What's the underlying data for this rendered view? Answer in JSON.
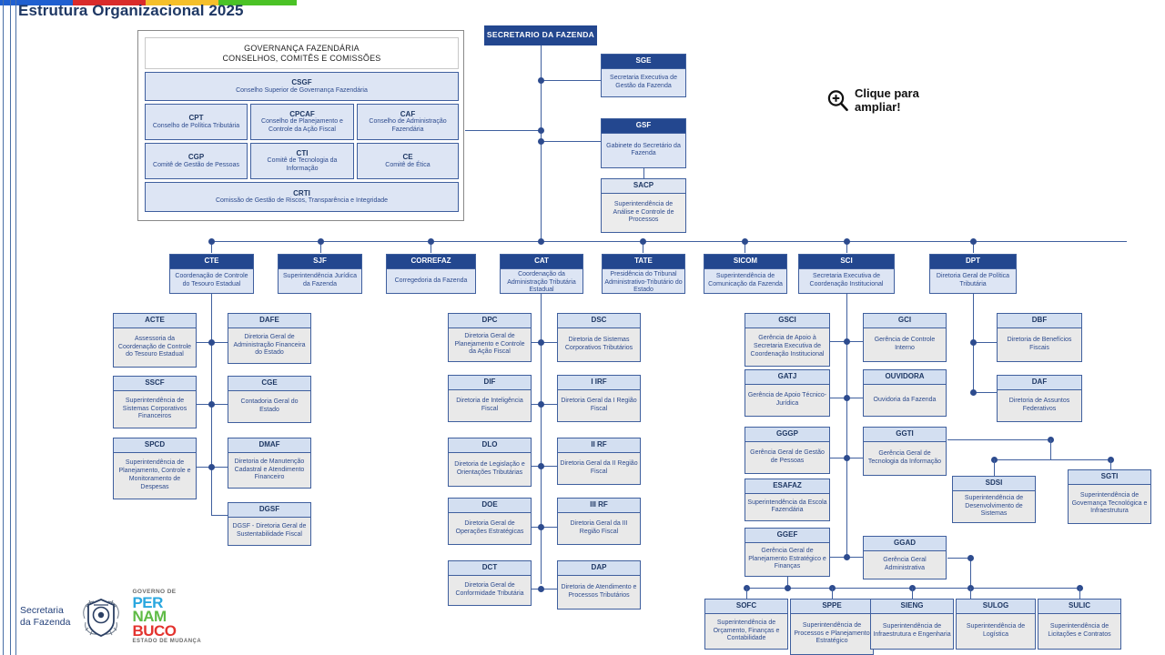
{
  "page": {
    "title": "Estrutura Organizacional 2025",
    "accent_colors": [
      "#1f5fd0",
      "#d92b2b",
      "#f5bf2b",
      "#4bc226"
    ]
  },
  "zoom_hint": {
    "line1": "Clique para",
    "line2": "ampliar!",
    "icon": "magnifier-plus-icon"
  },
  "footer": {
    "label": "Secretaria\nda Fazenda",
    "crest": "pernambuco-coat-of-arms",
    "gov_prefix": "GOVERNO DE",
    "gov_words": [
      "PER",
      "NAM",
      "BUCO"
    ],
    "gov_tagline": "ESTADO DE MUDANÇA"
  },
  "governance": {
    "panel_title_line1": "GOVERNANÇA FAZENDÁRIA",
    "panel_title_line2": "CONSELHOS, COMITÊS E COMISSÕES",
    "items": [
      {
        "code": "CSGF",
        "desc": "Conselho Superior de Governança Fazendária"
      },
      {
        "code": "CPT",
        "desc": "Conselho de Política Tributária"
      },
      {
        "code": "CPCAF",
        "desc": "Conselho de Planejamento e Controle da Ação Fiscal"
      },
      {
        "code": "CAF",
        "desc": "Conselho de Administração Fazendária"
      },
      {
        "code": "CGP",
        "desc": "Comitê de Gestão de Pessoas"
      },
      {
        "code": "CTI",
        "desc": "Comitê de Tecnologia da Informação"
      },
      {
        "code": "CE",
        "desc": "Comitê de Ética"
      },
      {
        "code": "CRTI",
        "desc": "Comissão de Gestão de Riscos, Transparência e Integridade"
      }
    ]
  },
  "top": {
    "secretary": {
      "code": "SECRETARIO DA FAZENDA",
      "desc": ""
    },
    "sge": {
      "code": "SGE",
      "desc": "Secretaria Executiva de Gestão da Fazenda"
    },
    "gsf": {
      "code": "GSF",
      "desc": "Gabinete do Secretário da Fazenda"
    },
    "sacp": {
      "code": "SACP",
      "desc": "Superintendência de Análise e Controle de Processos"
    }
  },
  "level2": [
    {
      "code": "CTE",
      "desc": "Coordenação de Controle do Tesouro Estadual"
    },
    {
      "code": "SJF",
      "desc": "Superintendência Jurídica da Fazenda"
    },
    {
      "code": "CORREFAZ",
      "desc": "Corregedoria da Fazenda"
    },
    {
      "code": "CAT",
      "desc": "Coordenação da Administração Tributária Estadual"
    },
    {
      "code": "TATE",
      "desc": "Presidência do Tribunal Administrativo-Tributário do Estado"
    },
    {
      "code": "SICOM",
      "desc": "Superintendência de Comunicação da Fazenda"
    },
    {
      "code": "SCI",
      "desc": "Secretaria Executiva de Coordenação Institucional"
    },
    {
      "code": "DPT",
      "desc": "Diretoria Geral de Política Tributária"
    }
  ],
  "cte_left": [
    {
      "code": "ACTE",
      "desc": "Assessoria da Coordenação de Controle do Tesouro Estadual"
    },
    {
      "code": "SSCF",
      "desc": "Superintendência de Sistemas Corporativos Financeiros"
    },
    {
      "code": "SPCD",
      "desc": "Superintendência de Planejamento, Controle e Monitoramento de Despesas"
    }
  ],
  "cte_right": [
    {
      "code": "DAFE",
      "desc": "Diretoria Geral de Administração Financeira do Estado"
    },
    {
      "code": "CGE",
      "desc": "Contadoria Geral do Estado"
    },
    {
      "code": "DMAF",
      "desc": "Diretoria de Manutenção Cadastral e Atendimento Financeiro"
    },
    {
      "code": "DGSF",
      "desc": "DGSF - Diretoria Geral de Sustentabilidade Fiscal"
    }
  ],
  "cat_left": [
    {
      "code": "DPC",
      "desc": "Diretoria Geral de Planejamento e Controle da Ação Fiscal"
    },
    {
      "code": "DIF",
      "desc": "Diretoria de Inteligência Fiscal"
    },
    {
      "code": "DLO",
      "desc": "Diretoria de Legislação e Orientações Tributárias"
    },
    {
      "code": "DOE",
      "desc": "Diretoria Geral de Operações Estratégicas"
    },
    {
      "code": "DCT",
      "desc": "Diretoria Geral de Conformidade Tributária"
    }
  ],
  "cat_right": [
    {
      "code": "DSC",
      "desc": "Diretoria de Sistemas Corporativos Tributários"
    },
    {
      "code": "I IRF",
      "desc": "Diretoria Geral da I Região Fiscal"
    },
    {
      "code": "II RF",
      "desc": "Diretoria Geral da II Região Fiscal"
    },
    {
      "code": "III RF",
      "desc": "Diretoria Geral da III Região Fiscal"
    },
    {
      "code": "DAP",
      "desc": "Diretoria de Atendimento e Processos Tributários"
    }
  ],
  "sci_left": [
    {
      "code": "GSCI",
      "desc": "Gerência de Apoio à Secretaria Executiva de Coordenação Institucional"
    },
    {
      "code": "GATJ",
      "desc": "Gerência de Apoio Técnico-Jurídica"
    },
    {
      "code": "GGGP",
      "desc": "Gerência Geral de Gestão de Pessoas"
    },
    {
      "code": "ESAFAZ",
      "desc": "Superintendência da Escola Fazendária"
    },
    {
      "code": "GGEF",
      "desc": "Gerência Geral de Planejamento Estratégico e Finanças"
    }
  ],
  "sci_right": [
    {
      "code": "GCI",
      "desc": "Gerência de Controle Interno"
    },
    {
      "code": "OUVIDORA",
      "desc": "Ouvidoria da Fazenda"
    },
    {
      "code": "GGTI",
      "desc": "Gerência Geral de Tecnologia da Informação"
    },
    {
      "code": "GGAD",
      "desc": "Gerência Geral Administrativa"
    }
  ],
  "dpt_children": [
    {
      "code": "DBF",
      "desc": "Diretoria de Benefícios Fiscais"
    },
    {
      "code": "DAF",
      "desc": "Diretoria de Assuntos Federativos"
    }
  ],
  "ggti_children": [
    {
      "code": "SDSI",
      "desc": "Superintendência de Desenvolvimento de Sistemas"
    },
    {
      "code": "SGTI",
      "desc": "Superintendência de Governança Tecnológica e Infraestrutura"
    }
  ],
  "bottom_row": [
    {
      "code": "SOFC",
      "desc": "Superintendência de Orçamento, Finanças e Contabilidade"
    },
    {
      "code": "SPPE",
      "desc": "Superintendência de Processos e Planejamento Estratégico"
    },
    {
      "code": "SIENG",
      "desc": "Superintendência de Infraestrutura e Engenharia"
    },
    {
      "code": "SULOG",
      "desc": "Superintendência de Logística"
    },
    {
      "code": "SULIC",
      "desc": "Superintendência de Licitações e Contratos"
    }
  ]
}
